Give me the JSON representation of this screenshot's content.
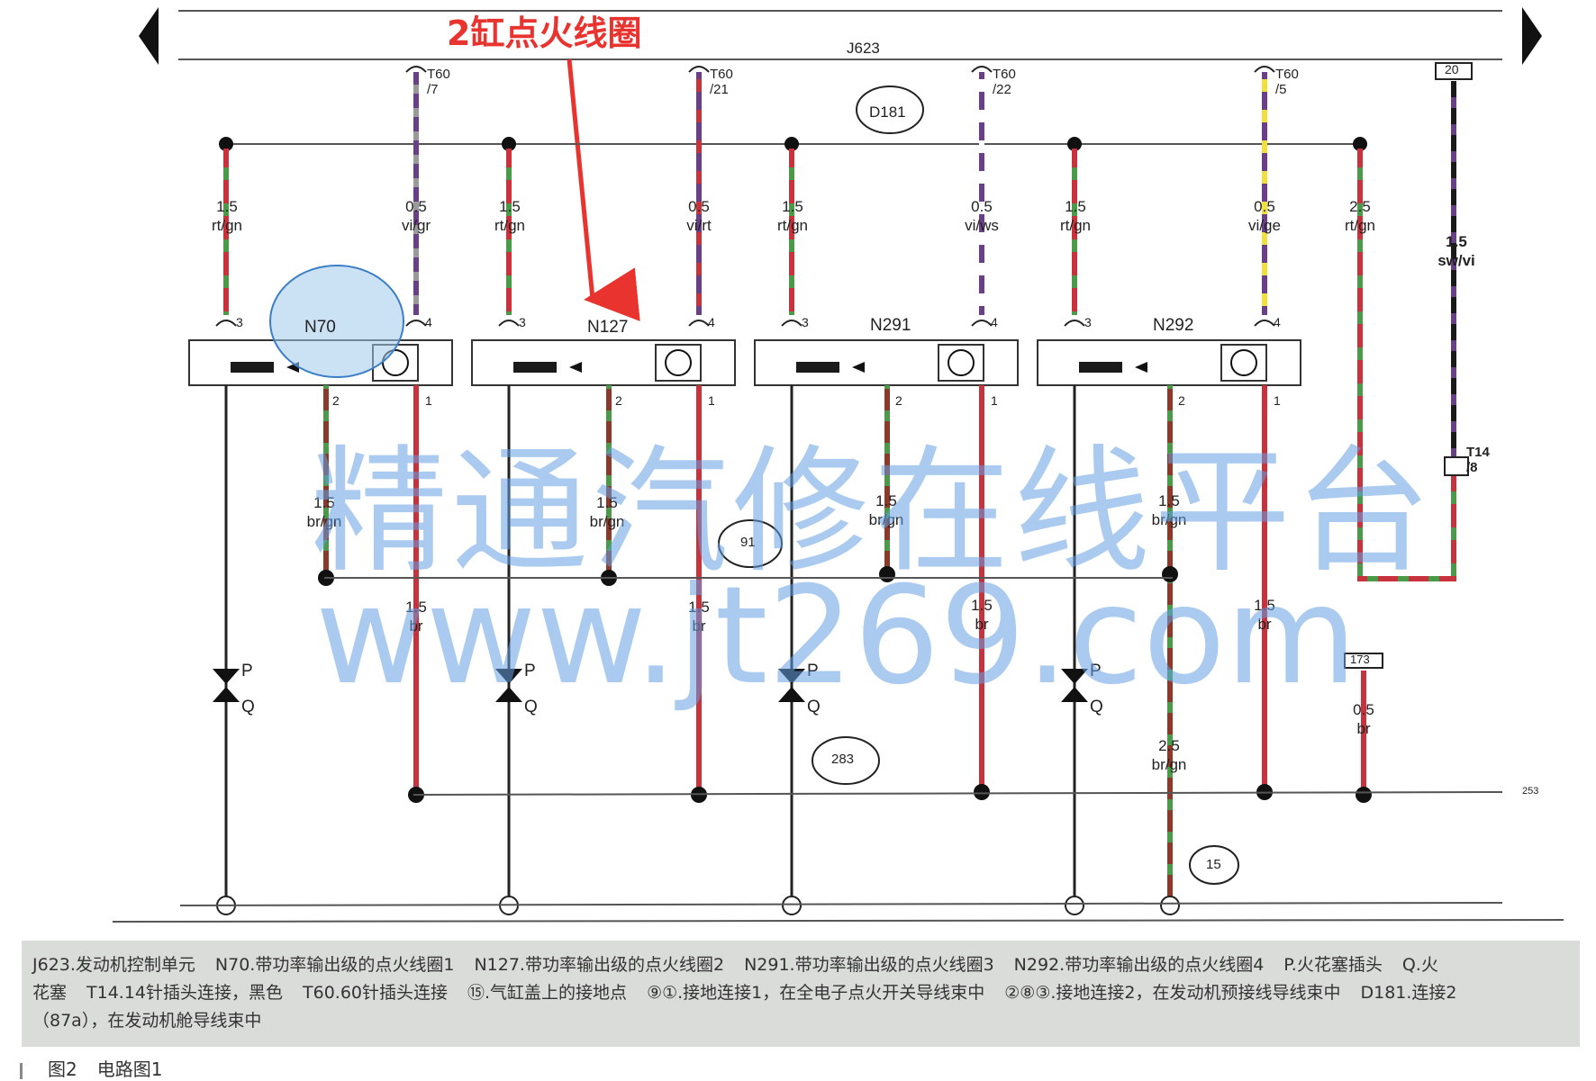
{
  "annotation": {
    "text": "2缸点火线圈",
    "color": "#e8332f"
  },
  "header": {
    "unit": "J623"
  },
  "connectors": {
    "T60_7": {
      "name": "T60",
      "pin": "/7"
    },
    "T60_21": {
      "name": "T60",
      "pin": "/21"
    },
    "T60_22": {
      "name": "T60",
      "pin": "/22"
    },
    "T60_5": {
      "name": "T60",
      "pin": "/5"
    },
    "T14_8": {
      "name": "T14",
      "pin": "/8"
    },
    "box20": "20",
    "box173": "173"
  },
  "points": {
    "D181": "D181",
    "p91": "91",
    "p283": "283",
    "p15": "15",
    "p253": "253"
  },
  "coils": {
    "c1": {
      "name": "N70"
    },
    "c2": {
      "name": "N127"
    },
    "c3": {
      "name": "N291"
    },
    "c4": {
      "name": "N292"
    }
  },
  "pins": {
    "p1": "1",
    "p2": "2",
    "p3": "3",
    "p4": "4"
  },
  "plugs": {
    "P": "P",
    "Q": "Q"
  },
  "wires": {
    "w1_3": {
      "size": "1.5",
      "color": "rt/gn"
    },
    "w1_4": {
      "size": "0.5",
      "color": "vi/gr"
    },
    "w2_3": {
      "size": "1.5",
      "color": "rt/gn"
    },
    "w2_4": {
      "size": "0.5",
      "color": "vi/rt"
    },
    "w3_3": {
      "size": "1.5",
      "color": "rt/gn"
    },
    "w3_4": {
      "size": "0.5",
      "color": "vi/ws"
    },
    "w4_3": {
      "size": "1.5",
      "color": "rt/gn"
    },
    "w4_4": {
      "size": "0.5",
      "color": "vi/ge"
    },
    "wfeed": {
      "size": "2.5",
      "color": "rt/gn"
    },
    "w20": {
      "size": "1.5",
      "color": "sw/vi"
    },
    "w1_2": {
      "size": "1.5",
      "color": "br/gn"
    },
    "w2_2": {
      "size": "1.5",
      "color": "br/gn"
    },
    "w3_2": {
      "size": "1.5",
      "color": "br/gn"
    },
    "w4_2": {
      "size": "1.5",
      "color": "br/gn"
    },
    "w1_1": {
      "size": "1.5",
      "color": "br"
    },
    "w2_1": {
      "size": "1.5",
      "color": "br"
    },
    "w3_1": {
      "size": "1.5",
      "color": "br"
    },
    "w4_1": {
      "size": "1.5",
      "color": "br"
    },
    "w173": {
      "size": "0.5",
      "color": "br"
    },
    "wgnd15": {
      "size": "2.5",
      "color": "br/gn"
    }
  },
  "watermark": {
    "line1": "精通汽修在线平台",
    "line2": "www.jt269.com"
  },
  "legend": {
    "line1": [
      "J623.发动机控制单元",
      "N70.带功率输出级的点火线圈1",
      "N127.带功率输出级的点火线圈2",
      "N291.带功率输出级的点火线圈3",
      "N292.带功率输出级的点火线圈4",
      "P.火花塞插头",
      "Q.火"
    ],
    "line2": [
      "花塞",
      "T14.14针插头连接，黑色",
      "T60.60针插头连接",
      "⑮.气缸盖上的接地点",
      "⑨①.接地连接1，在全电子点火开关导线束中",
      "②⑧③.接地连接2，在发动机预接线导线束中",
      "D181.连接2"
    ],
    "line3": [
      "（87a），在发动机舱导线束中"
    ]
  },
  "caption": {
    "fig": "图2",
    "title": "电路图1"
  },
  "colors": {
    "red": "#c8323c",
    "green": "#4a9a4a",
    "purple": "#6a3f8a",
    "grey": "#9a9a9a",
    "yellow": "#f2e03a",
    "brown": "#8a3a2a",
    "black": "#1a1a1a",
    "arrow": "#e8332f",
    "watermark": "#64a0e1",
    "legend_bg": "#d9dcd9"
  }
}
